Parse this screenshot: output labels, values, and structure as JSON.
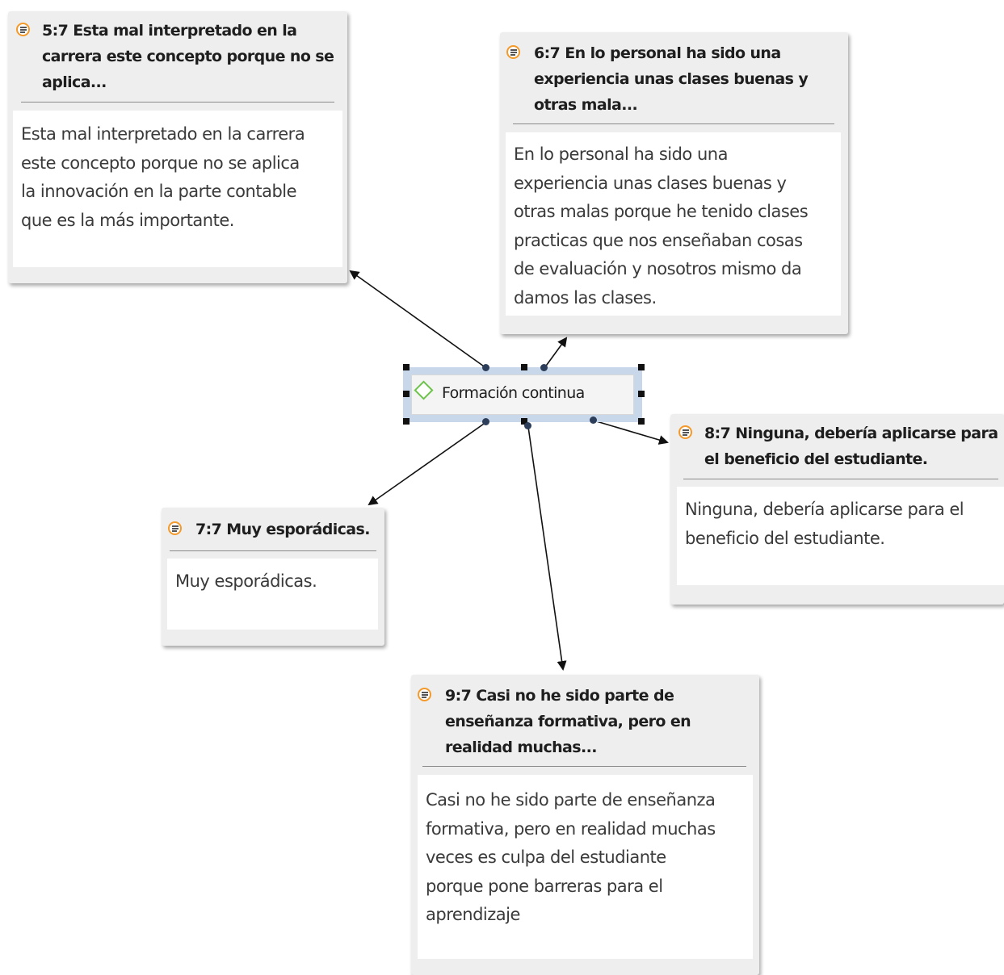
{
  "code_node": {
    "label": "Formación continua",
    "icon": "diamond-code-icon",
    "icon_color": "#6cc24a",
    "selected": true,
    "selection_color": "#c8d7ea"
  },
  "quote_icon": {
    "name": "quotation-icon",
    "color": "#f39a2b"
  },
  "quotes": [
    {
      "id": "5:7",
      "title_lines": [
        "5:7 Esta mal interpretado en la",
        "carrera este concepto porque no se",
        "aplica..."
      ],
      "body_lines": [
        "Esta mal interpretado en la carrera",
        "este concepto porque no se aplica",
        "la innovación en la parte contable",
        "que es la más importante."
      ]
    },
    {
      "id": "6:7",
      "title_lines": [
        "6:7 En lo personal ha sido una",
        "experiencia unas clases buenas y",
        "otras mala..."
      ],
      "body_lines": [
        "En lo personal ha sido una",
        "experiencia unas clases buenas y",
        "otras malas porque he tenido clases",
        "practicas que nos enseñaban cosas",
        "de evaluación y nosotros mismo da",
        "damos las clases."
      ]
    },
    {
      "id": "8:7",
      "title_lines": [
        "8:7 Ninguna, debería aplicarse para",
        "el beneficio del estudiante."
      ],
      "body_lines": [
        "Ninguna, debería aplicarse para el",
        "beneficio del estudiante."
      ]
    },
    {
      "id": "7:7",
      "title_lines": [
        "7:7 Muy esporádicas."
      ],
      "body_lines": [
        "Muy esporádicas."
      ]
    },
    {
      "id": "9:7",
      "title_lines": [
        "9:7 Casi no he sido parte de",
        "enseñanza formativa, pero en",
        "realidad muchas..."
      ],
      "body_lines": [
        "Casi no he sido parte de enseñanza",
        "formativa, pero en realidad muchas",
        "veces es culpa del estudiante",
        "porque pone barreras para el",
        "aprendizaje"
      ]
    }
  ]
}
